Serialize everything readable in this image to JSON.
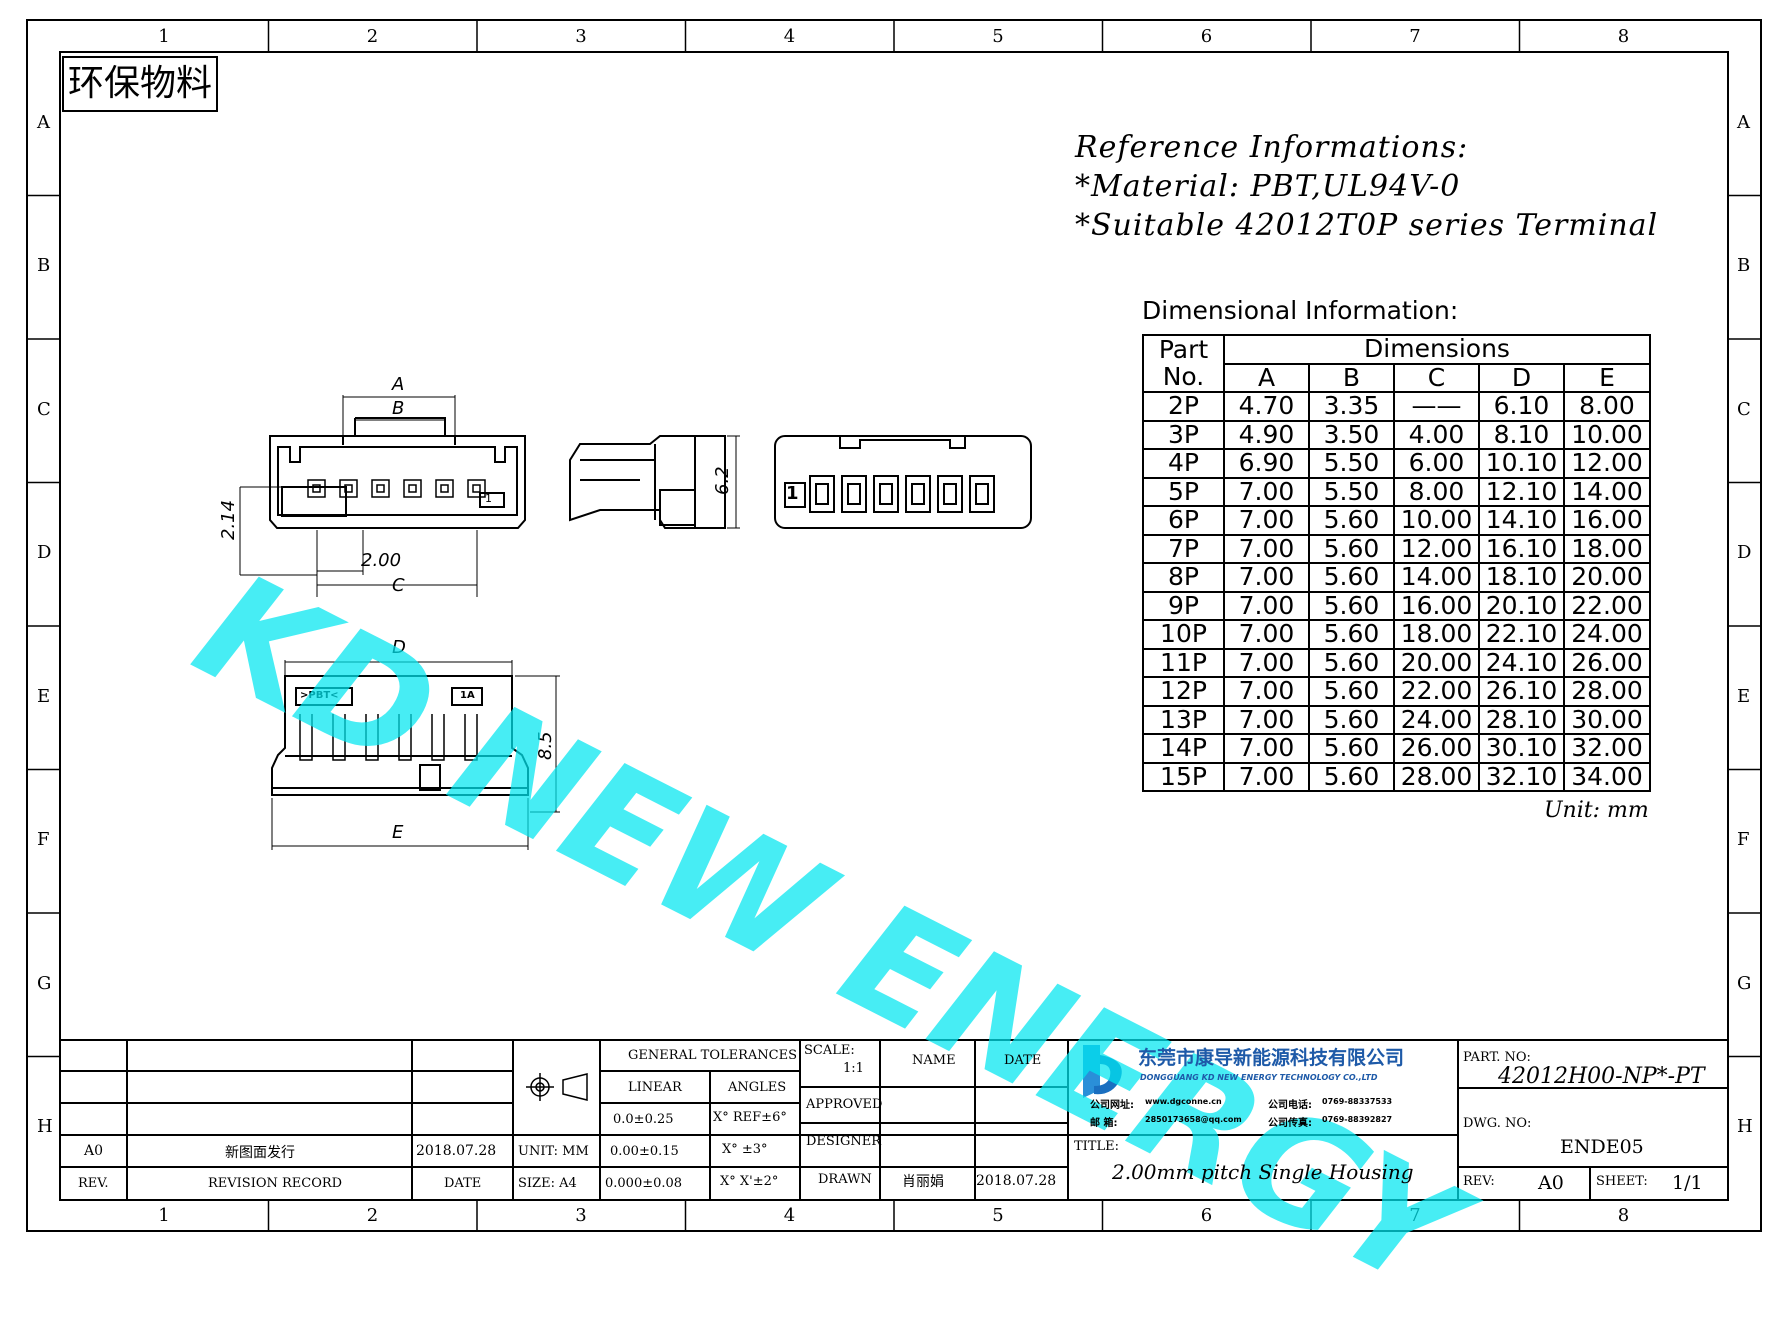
{
  "zones": {
    "columns": [
      "1",
      "2",
      "3",
      "4",
      "5",
      "6",
      "7",
      "8"
    ],
    "rows": [
      "A",
      "B",
      "C",
      "D",
      "E",
      "F",
      "G",
      "H"
    ]
  },
  "eco_label": "环保物料",
  "reference": {
    "title": "Reference Informations:",
    "material": "*Material: PBT,UL94V-0",
    "terminal": "*Suitable 42012T0P series Terminal"
  },
  "dimensional": {
    "title": "Dimensional Information:",
    "part_header_1": "Part",
    "part_header_2": "No.",
    "dims_header": "Dimensions",
    "columns": [
      "A",
      "B",
      "C",
      "D",
      "E"
    ],
    "rows": [
      [
        "2P",
        "4.70",
        "3.35",
        "——",
        "6.10",
        "8.00"
      ],
      [
        "3P",
        "4.90",
        "3.50",
        "4.00",
        "8.10",
        "10.00"
      ],
      [
        "4P",
        "6.90",
        "5.50",
        "6.00",
        "10.10",
        "12.00"
      ],
      [
        "5P",
        "7.00",
        "5.50",
        "8.00",
        "12.10",
        "14.00"
      ],
      [
        "6P",
        "7.00",
        "5.60",
        "10.00",
        "14.10",
        "16.00"
      ],
      [
        "7P",
        "7.00",
        "5.60",
        "12.00",
        "16.10",
        "18.00"
      ],
      [
        "8P",
        "7.00",
        "5.60",
        "14.00",
        "18.10",
        "20.00"
      ],
      [
        "9P",
        "7.00",
        "5.60",
        "16.00",
        "20.10",
        "22.00"
      ],
      [
        "10P",
        "7.00",
        "5.60",
        "18.00",
        "22.10",
        "24.00"
      ],
      [
        "11P",
        "7.00",
        "5.60",
        "20.00",
        "24.10",
        "26.00"
      ],
      [
        "12P",
        "7.00",
        "5.60",
        "22.00",
        "26.10",
        "28.00"
      ],
      [
        "13P",
        "7.00",
        "5.60",
        "24.00",
        "28.10",
        "30.00"
      ],
      [
        "14P",
        "7.00",
        "5.60",
        "26.00",
        "30.10",
        "32.00"
      ],
      [
        "15P",
        "7.00",
        "5.60",
        "28.00",
        "32.10",
        "34.00"
      ]
    ],
    "unit": "Unit: mm"
  },
  "drawing_labels": {
    "a": "A",
    "b": "B",
    "c": "C",
    "d": "D",
    "e": "E",
    "pitch": "2.00",
    "h1": "2.14",
    "h2": "6.2",
    "h3": "8.5",
    "pin1": "1",
    "mark1": "1",
    "pbt": ">PBT<",
    "tag": "1A"
  },
  "watermark": "KD NEW ENERGY",
  "title_block": {
    "tolerances": {
      "header": "GENERAL TOLERANCES",
      "linear": "LINEAR",
      "angles": "ANGLES",
      "lin1": "0.0±0.25",
      "ang1": "X° REF±6°",
      "lin2": "0.00±0.15",
      "ang2": "X° ±3°",
      "lin3": "0.000±0.08",
      "ang3": "X° X'±2°"
    },
    "unit": "UNIT: MM",
    "size": "SIZE: A4",
    "scale_label": "SCALE:",
    "scale": "1:1",
    "name": "NAME",
    "date": "DATE",
    "approved": "APPROVED",
    "designer": "DESIGNER",
    "drawn": "DRAWN",
    "drawn_name": "肖丽娟",
    "drawn_date": "2018.07.28",
    "revision": {
      "rev": "A0",
      "record": "新图面发行",
      "date": "2018.07.28",
      "h_rev": "REV.",
      "h_record": "REVISION RECORD",
      "h_date": "DATE"
    },
    "company_cn": "东莞市康导新能源科技有限公司",
    "company_en": "DONGGUANG KD NEW ENERGY TECHNOLOGY CO.,LTD",
    "site_label": "公司网址:",
    "site": "www.dgconne.cn",
    "mail_label": "邮    箱:",
    "mail": "2850173658@qq.com",
    "tel_label": "公司电话:",
    "tel": "0769-88337533",
    "fax_label": "公司传真:",
    "fax": "0769-88392827",
    "title_label": "TITLE:",
    "title": "2.00mm pitch Single Housing",
    "part_no_label": "PART. NO:",
    "part_no": "42012H00-NP*-PT",
    "dwg_no_label": "DWG. NO:",
    "dwg_no": "ENDE05",
    "rev_label": "REV:",
    "rev": "A0",
    "sheet_label": "SHEET:",
    "sheet": "1/1"
  }
}
